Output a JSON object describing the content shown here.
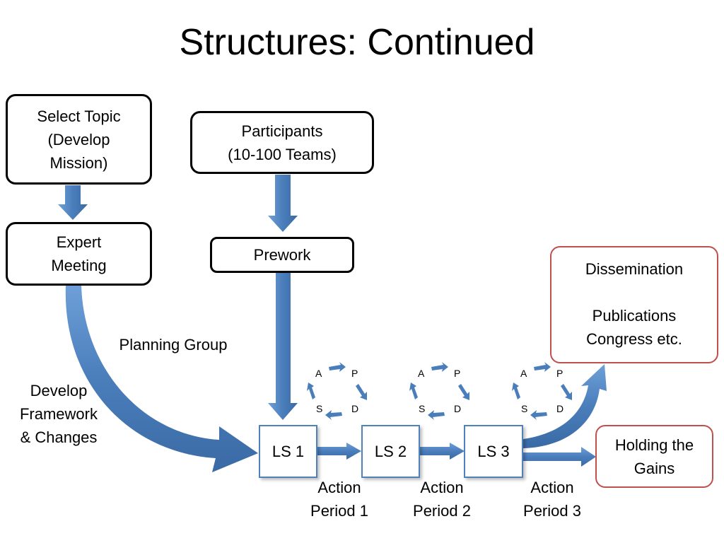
{
  "title": "Structures:  Continued",
  "boxes": {
    "select_topic": [
      "Select Topic",
      "(Develop",
      "Mission)"
    ],
    "participants": [
      "Participants",
      "(10-100 Teams)"
    ],
    "expert_meeting": [
      "Expert",
      "Meeting"
    ],
    "prework": [
      "Prework"
    ],
    "dissemination": [
      "Dissemination",
      "",
      "Publications",
      "Congress etc."
    ],
    "holding_gains": [
      "Holding the",
      "Gains"
    ]
  },
  "learning_sessions": [
    "LS 1",
    "LS 2",
    "LS 3"
  ],
  "action_periods": [
    [
      "Action",
      "Period 1"
    ],
    [
      "Action",
      "Period 2"
    ],
    [
      "Action",
      "Period 3"
    ]
  ],
  "labels": {
    "planning_group": "Planning Group",
    "develop_framework": [
      "Develop",
      "Framework",
      "& Changes"
    ]
  },
  "pdsa": {
    "a": "A",
    "p": "P",
    "s": "S",
    "d": "D"
  },
  "colors": {
    "arrow": "#4a7ebb",
    "box_border": "#000000",
    "outcome_border": "#c0504d",
    "ls_border": "#4f81bd"
  }
}
